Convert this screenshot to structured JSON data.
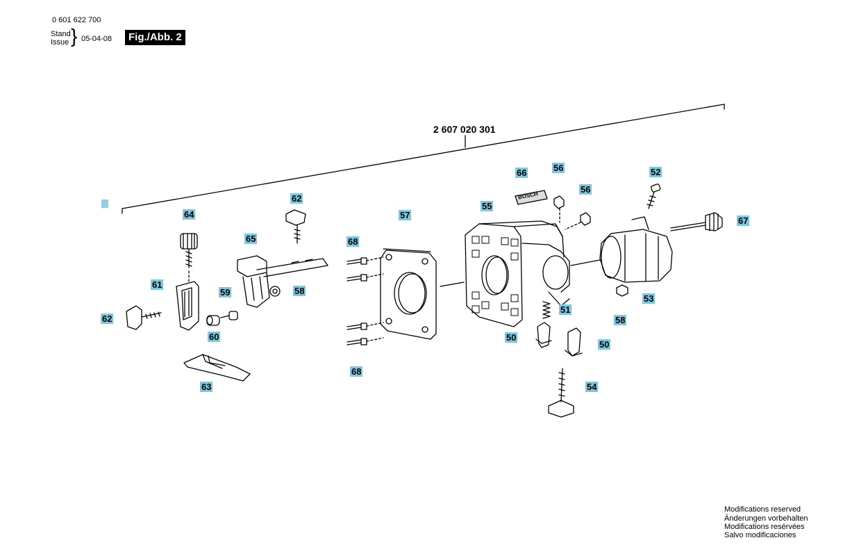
{
  "header": {
    "part_number": "0 601 622 700",
    "stand": "Stand",
    "issue": "Issue",
    "date": "05-04-08",
    "figure": "Fig./Abb. 2"
  },
  "kit_number": "2 607 020 301",
  "labels": {
    "l52": "52",
    "l56a": "56",
    "l56b": "56",
    "l66": "66",
    "l67": "67",
    "l55": "55",
    "l57": "57",
    "l62a": "62",
    "l64": "64",
    "l65": "65",
    "l68a": "68",
    "l68b": "68",
    "l61": "61",
    "l59": "59",
    "l58a": "58",
    "l58b": "58",
    "l51": "51",
    "l53": "53",
    "l62b": "62",
    "l60": "60",
    "l50a": "50",
    "l50b": "50",
    "l63": "63",
    "l54": "54"
  },
  "logo_text": "BOSCH",
  "footer": {
    "line1": "Modifications reserved",
    "line2": "Änderungen vorbehalten",
    "line3": "Modifications resérvées",
    "line4": "Salvo modificaciones"
  },
  "colors": {
    "label_bg": "#7dc8e0",
    "ink": "#000000"
  }
}
